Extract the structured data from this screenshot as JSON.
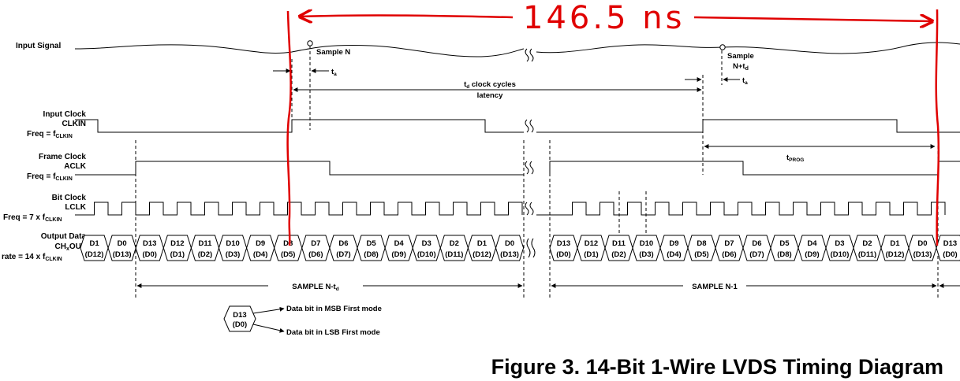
{
  "annotation": {
    "handwritten": "146.5 ns",
    "color": "#e00000"
  },
  "signals": {
    "input": {
      "label": "Input Signal"
    },
    "clock": {
      "line1": "Input Clock",
      "line2": "CLKIN",
      "freq": "Freq = f",
      "freq_sub": "CLKIN"
    },
    "frame": {
      "line1": "Frame Clock",
      "line2": "ACLK",
      "freq": "Freq = f",
      "freq_sub": "CLKIN"
    },
    "bit": {
      "line1": "Bit Clock",
      "line2": "LCLK",
      "freq": "Freq = 7 x f",
      "freq_sub": "CLKIN"
    },
    "data": {
      "line1": "Output Data",
      "line2_a": "CH",
      "line2_sub": "x",
      "line2_b": "OUT",
      "rate": "rate = 14 x f",
      "rate_sub": "CLKIN"
    }
  },
  "timing": {
    "sample_n": "Sample N",
    "sample_nt_1": "Sample",
    "sample_nt_2": "N+t",
    "sample_nt_sub": "d",
    "ta": "t",
    "ta_sub": "a",
    "latency_1_pre": "t",
    "latency_1_sub": "d",
    "latency_1_post": " clock cycles",
    "latency_2": "latency",
    "tprog": "t",
    "tprog_sub": "PROG"
  },
  "data_bits_left": [
    {
      "top": "D1",
      "bot": "(D12)"
    },
    {
      "top": "D0",
      "bot": "(D13)"
    },
    {
      "top": "D13",
      "bot": "(D0)"
    },
    {
      "top": "D12",
      "bot": "(D1)"
    },
    {
      "top": "D11",
      "bot": "(D2)"
    },
    {
      "top": "D10",
      "bot": "(D3)"
    },
    {
      "top": "D9",
      "bot": "(D4)"
    },
    {
      "top": "D8",
      "bot": "(D5)"
    },
    {
      "top": "D7",
      "bot": "(D6)"
    },
    {
      "top": "D6",
      "bot": "(D7)"
    },
    {
      "top": "D5",
      "bot": "(D8)"
    },
    {
      "top": "D4",
      "bot": "(D9)"
    },
    {
      "top": "D3",
      "bot": "(D10)"
    },
    {
      "top": "D2",
      "bot": "(D11)"
    },
    {
      "top": "D1",
      "bot": "(D12)"
    },
    {
      "top": "D0",
      "bot": "(D13)"
    }
  ],
  "data_bits_right": [
    {
      "top": "D13",
      "bot": "(D0)"
    },
    {
      "top": "D12",
      "bot": "(D1)"
    },
    {
      "top": "D11",
      "bot": "(D2)"
    },
    {
      "top": "D10",
      "bot": "(D3)"
    },
    {
      "top": "D9",
      "bot": "(D4)"
    },
    {
      "top": "D8",
      "bot": "(D5)"
    },
    {
      "top": "D7",
      "bot": "(D6)"
    },
    {
      "top": "D6",
      "bot": "(D7)"
    },
    {
      "top": "D5",
      "bot": "(D8)"
    },
    {
      "top": "D4",
      "bot": "(D9)"
    },
    {
      "top": "D3",
      "bot": "(D10)"
    },
    {
      "top": "D2",
      "bot": "(D11)"
    },
    {
      "top": "D1",
      "bot": "(D12)"
    },
    {
      "top": "D0",
      "bot": "(D13)"
    },
    {
      "top": "D13",
      "bot": "(D0)"
    }
  ],
  "samples": {
    "left_pre": "SAMPLE N-t",
    "left_sub": "d",
    "right": "SAMPLE N-1"
  },
  "legend": {
    "top": "D13",
    "bot": "(D0)",
    "msb": "Data bit in MSB First mode",
    "lsb": "Data bit in LSB First mode"
  },
  "caption": "Figure 3.  14-Bit 1-Wire LVDS Timing Diagram"
}
